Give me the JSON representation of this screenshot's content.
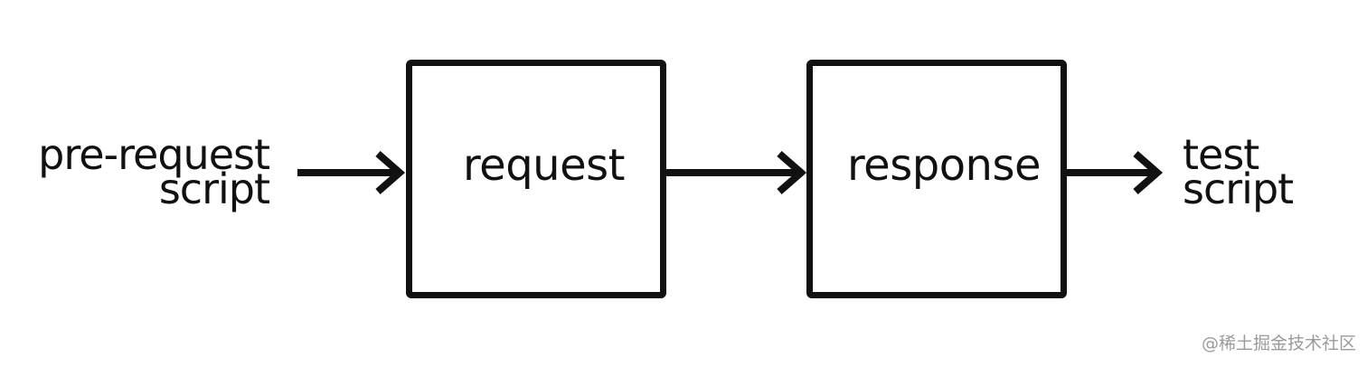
{
  "diagram": {
    "left_label": [
      "pre-request",
      "script"
    ],
    "request_label": "request",
    "response_label": "response",
    "right_label": [
      "test",
      "script"
    ],
    "arrow_color": "#111111",
    "box_border_color": "#111111"
  },
  "watermark": {
    "text": "@稀土掘金技术社区"
  }
}
